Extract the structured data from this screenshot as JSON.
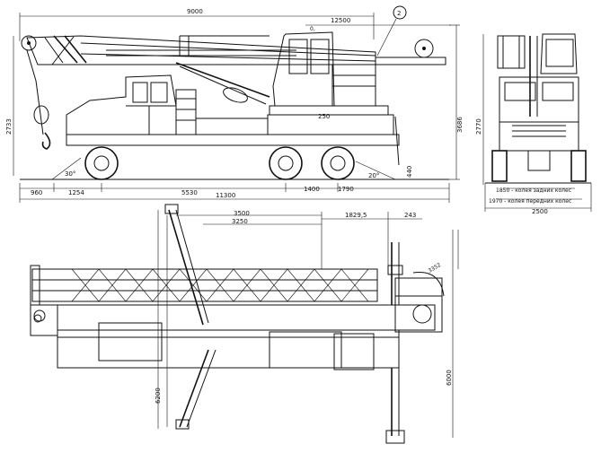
{
  "side_view": {
    "dims": {
      "boom_reach": "9000",
      "cab_reach": "12500",
      "height_boom": "2733",
      "total_height": "3686",
      "front_overhang": "960",
      "front_axle_to_cab": "1254",
      "wheelbase": "5530",
      "total_length": "11300",
      "rear_axles": "1400",
      "rear_overhang": "1790",
      "approach_angle": "30°",
      "departure_angle": "20°",
      "ground_clearance": "440",
      "turntable_height": "250"
    },
    "callout": "2"
  },
  "front_view": {
    "dims": {
      "height": "2770",
      "rear_track": "1850 - колея задних колес",
      "front_track": "1970 - колея передних колес",
      "width": "2500"
    }
  },
  "top_view": {
    "dims": {
      "outrigger_span_1": "3500",
      "outrigger_span_2": "3250",
      "rear_outrigger": "1829,5",
      "rear_offset": "243",
      "tail_radius": "3352",
      "outrigger_width_front": "6200",
      "outrigger_width_rear": "6000"
    }
  }
}
